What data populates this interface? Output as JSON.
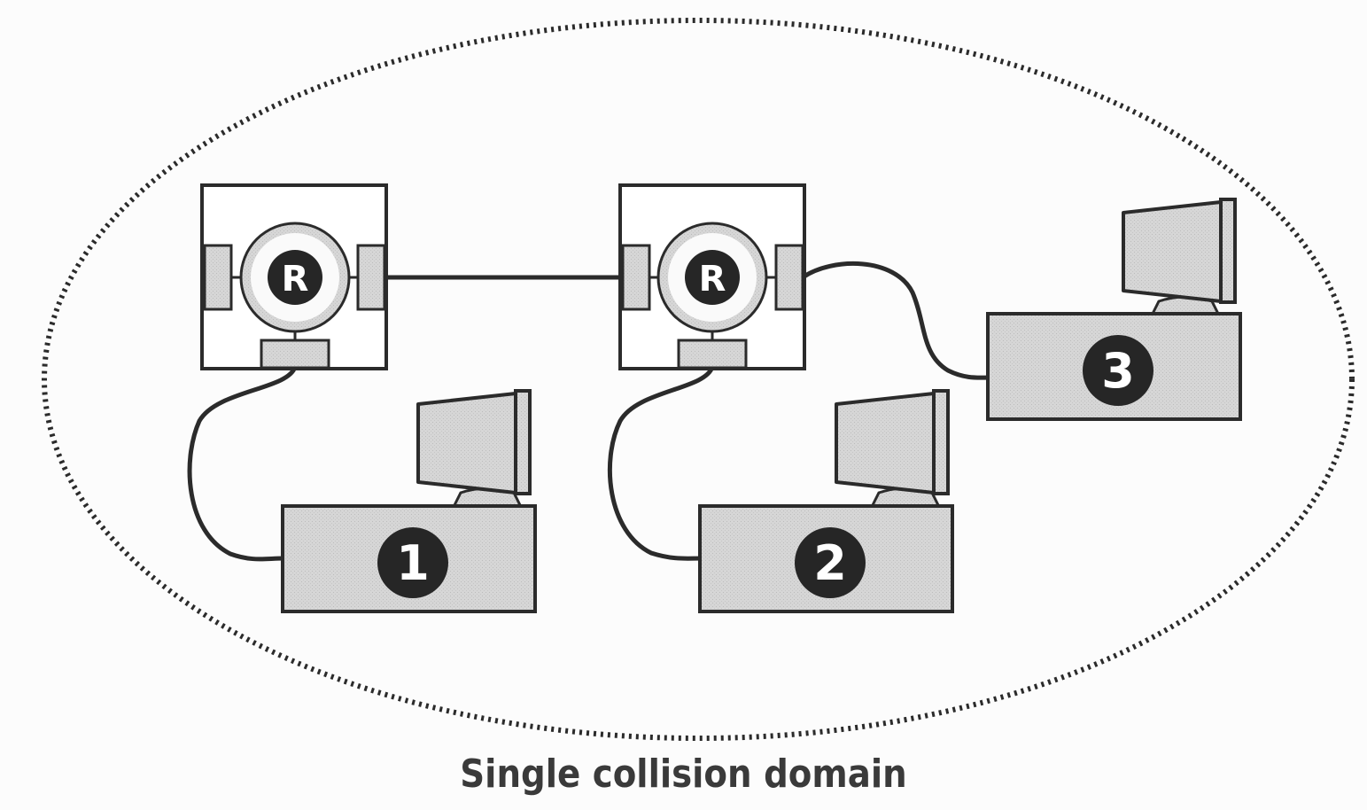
{
  "diagram": {
    "caption": "Single collision domain",
    "repeaters": [
      {
        "id": "repeater-1",
        "label": "R"
      },
      {
        "id": "repeater-2",
        "label": "R"
      }
    ],
    "computers": [
      {
        "id": "computer-1",
        "label": "1"
      },
      {
        "id": "computer-2",
        "label": "2"
      },
      {
        "id": "computer-3",
        "label": "3"
      }
    ],
    "colors": {
      "stroke": "#2b2b2b",
      "fill_gray": "#d4d4d4",
      "badge": "#262626",
      "background": "#fcfcfc"
    }
  }
}
